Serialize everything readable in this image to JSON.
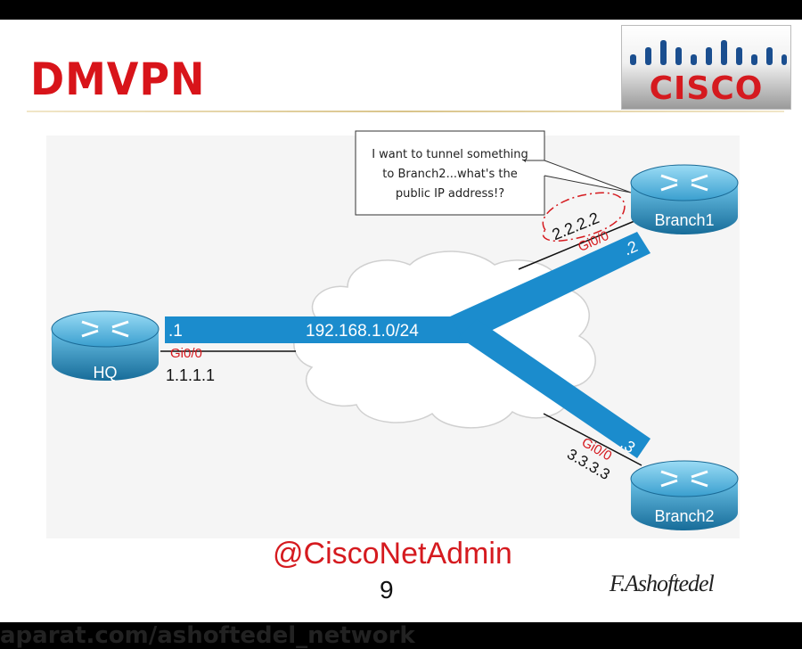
{
  "slide": {
    "title": "DMVPN",
    "logo_text": "CISCO",
    "handle": "@CiscoNetAdmin",
    "page_number": "9",
    "signature": "F.Ashoftedel",
    "watermark": "aparat.com/ashoftedel_network"
  },
  "diagram": {
    "network": "192.168.1.0/24",
    "callout": [
      "I want to tunnel something",
      "to Branch2...what's the",
      "public IP address!?"
    ],
    "hq": {
      "name": "HQ",
      "tunnel_ip": ".1",
      "interface": "Gi0/0",
      "public_ip": "1.1.1.1"
    },
    "branch1": {
      "name": "Branch1",
      "tunnel_ip": ".2",
      "interface": "Gi0/0",
      "public_ip": "2.2.2.2"
    },
    "branch2": {
      "name": "Branch2",
      "tunnel_ip": ".3",
      "interface": "Gi0/0",
      "public_ip": "3.3.3.3"
    }
  },
  "colors": {
    "title": "#d8141a",
    "tunnel": "#1b8ccd",
    "router": "#1f86b8",
    "interface": "#d51a1f"
  }
}
